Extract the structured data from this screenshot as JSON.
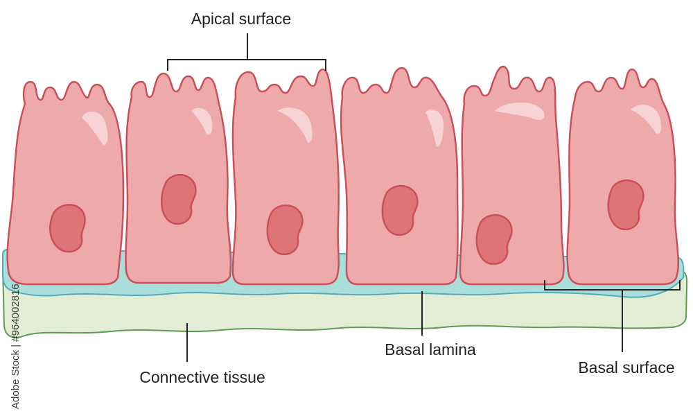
{
  "labels": {
    "apical_surface": "Apical surface",
    "basal_lamina": "Basal lamina",
    "connective_tissue": "Connective tissue",
    "basal_surface": "Basal surface"
  },
  "watermark": {
    "stock_id": "Adobe Stock | #964002816"
  },
  "colors": {
    "cell_fill": "#EEA9AA",
    "cell_stroke": "#C9505A",
    "nucleus_fill": "#DE7478",
    "highlight": "#F7D3D3",
    "lamina_fill": "#A9DEDB",
    "lamina_stroke": "#4FAEB8",
    "connective_fill": "#E3EDD6",
    "connective_stroke": "#5E9A56",
    "leader_line": "#222222"
  }
}
